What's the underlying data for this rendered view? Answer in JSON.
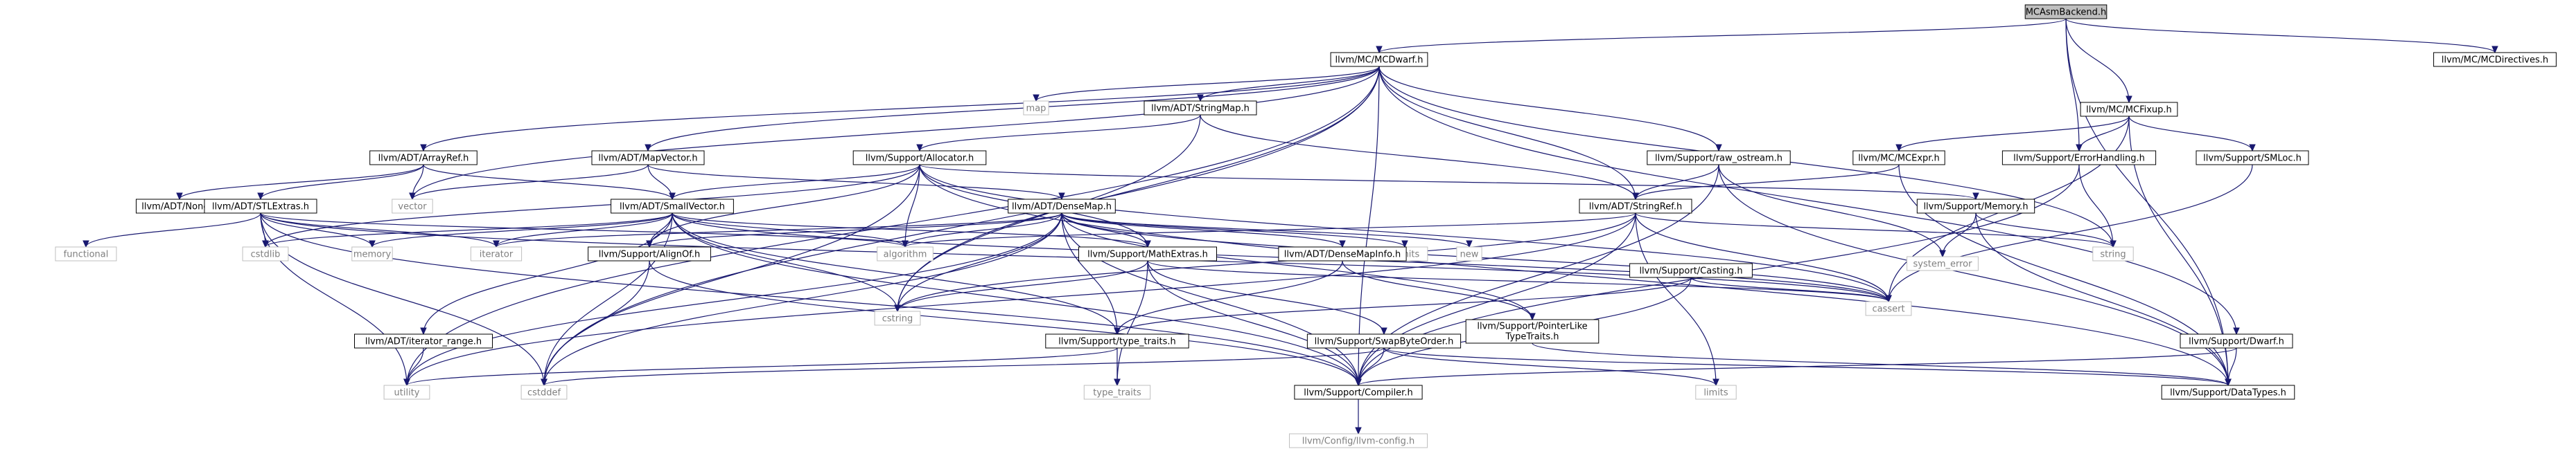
{
  "graph": {
    "colors": {
      "edge": "#191970",
      "root_fill": "#bfbfbf",
      "node_border": "#000000",
      "system_border": "#bfbfbf",
      "system_text": "#7f7f7f"
    },
    "nodes": [
      {
        "id": "mcasmbackend",
        "label": "MCAsmBackend.h",
        "kind": "root"
      },
      {
        "id": "mcdwarf",
        "label": "llvm/MC/MCDwarf.h",
        "kind": "file"
      },
      {
        "id": "mcfixup",
        "label": "llvm/MC/MCFixup.h",
        "kind": "file"
      },
      {
        "id": "mcdirectives",
        "label": "llvm/MC/MCDirectives.h",
        "kind": "file"
      },
      {
        "id": "map",
        "label": "map",
        "kind": "system"
      },
      {
        "id": "stringmap",
        "label": "llvm/ADT/StringMap.h",
        "kind": "file"
      },
      {
        "id": "mcexpr",
        "label": "llvm/MC/MCExpr.h",
        "kind": "file"
      },
      {
        "id": "errorhandling",
        "label": "llvm/Support/ErrorHandling.h",
        "kind": "file"
      },
      {
        "id": "smloc",
        "label": "llvm/Support/SMLoc.h",
        "kind": "file"
      },
      {
        "id": "arrayref",
        "label": "llvm/ADT/ArrayRef.h",
        "kind": "file"
      },
      {
        "id": "mapvector",
        "label": "llvm/ADT/MapVector.h",
        "kind": "file"
      },
      {
        "id": "allocator",
        "label": "llvm/Support/Allocator.h",
        "kind": "file"
      },
      {
        "id": "rawostream",
        "label": "llvm/Support/raw_ostream.h",
        "kind": "file"
      },
      {
        "id": "vector",
        "label": "vector",
        "kind": "system"
      },
      {
        "id": "none",
        "label": "llvm/ADT/None.h",
        "kind": "file"
      },
      {
        "id": "stlextras",
        "label": "llvm/ADT/STLExtras.h",
        "kind": "file"
      },
      {
        "id": "smallvector",
        "label": "llvm/ADT/SmallVector.h",
        "kind": "file"
      },
      {
        "id": "densemap",
        "label": "llvm/ADT/DenseMap.h",
        "kind": "file"
      },
      {
        "id": "stringref",
        "label": "llvm/ADT/StringRef.h",
        "kind": "file"
      },
      {
        "id": "memory",
        "label": "llvm/Support/Memory.h",
        "kind": "file"
      },
      {
        "id": "functional",
        "label": "functional",
        "kind": "system"
      },
      {
        "id": "cstdlib",
        "label": "cstdlib",
        "kind": "system"
      },
      {
        "id": "memory_std",
        "label": "memory",
        "kind": "system"
      },
      {
        "id": "iterator",
        "label": "iterator",
        "kind": "system"
      },
      {
        "id": "alignof",
        "label": "llvm/Support/AlignOf.h",
        "kind": "file"
      },
      {
        "id": "algorithm",
        "label": "algorithm",
        "kind": "system"
      },
      {
        "id": "mathextras",
        "label": "llvm/Support/MathExtras.h",
        "kind": "file"
      },
      {
        "id": "climits",
        "label": "climits",
        "kind": "system"
      },
      {
        "id": "new",
        "label": "new",
        "kind": "system"
      },
      {
        "id": "densemapinfo",
        "label": "llvm/ADT/DenseMapInfo.h",
        "kind": "file"
      },
      {
        "id": "casting",
        "label": "llvm/Support/Casting.h",
        "kind": "file"
      },
      {
        "id": "system_error",
        "label": "system_error",
        "kind": "system"
      },
      {
        "id": "string",
        "label": "string",
        "kind": "system"
      },
      {
        "id": "cassert",
        "label": "cassert",
        "kind": "system"
      },
      {
        "id": "cstring",
        "label": "cstring",
        "kind": "system"
      },
      {
        "id": "iterator_range",
        "label": "llvm/ADT/iterator_range.h",
        "kind": "file"
      },
      {
        "id": "typetraits",
        "label": "llvm/Support/type_traits.h",
        "kind": "file"
      },
      {
        "id": "swapbyteorder",
        "label": "llvm/Support/SwapByteOrder.h",
        "kind": "file"
      },
      {
        "id": "pointerlike",
        "label": "llvm/Support/PointerLike\nTypeTraits.h",
        "kind": "file"
      },
      {
        "id": "supportdwarf",
        "label": "llvm/Support/Dwarf.h",
        "kind": "file"
      },
      {
        "id": "utility",
        "label": "utility",
        "kind": "system"
      },
      {
        "id": "cstddef",
        "label": "cstddef",
        "kind": "system"
      },
      {
        "id": "type_traits_std",
        "label": "type_traits",
        "kind": "system"
      },
      {
        "id": "compiler",
        "label": "llvm/Support/Compiler.h",
        "kind": "file"
      },
      {
        "id": "limits",
        "label": "limits",
        "kind": "system"
      },
      {
        "id": "datatypes",
        "label": "llvm/Support/DataTypes.h",
        "kind": "file"
      },
      {
        "id": "llvmconfig",
        "label": "llvm/Config/llvm-config.h",
        "kind": "system"
      }
    ],
    "edges": [
      [
        "mcasmbackend",
        "mcdwarf"
      ],
      [
        "mcasmbackend",
        "mcfixup"
      ],
      [
        "mcasmbackend",
        "mcdirectives"
      ],
      [
        "mcasmbackend",
        "errorhandling"
      ],
      [
        "mcasmbackend",
        "datatypes"
      ],
      [
        "mcdwarf",
        "map"
      ],
      [
        "mcdwarf",
        "stringmap"
      ],
      [
        "mcdwarf",
        "arrayref"
      ],
      [
        "mcdwarf",
        "vector"
      ],
      [
        "mcdwarf",
        "mapvector"
      ],
      [
        "mcdwarf",
        "rawostream"
      ],
      [
        "mcdwarf",
        "stringref"
      ],
      [
        "mcdwarf",
        "supportdwarf"
      ],
      [
        "mcdwarf",
        "compiler"
      ],
      [
        "mcdwarf",
        "string"
      ],
      [
        "mcdwarf",
        "utility"
      ],
      [
        "mcdwarf",
        "cstddef"
      ],
      [
        "mcdwarf",
        "cstring"
      ],
      [
        "mcfixup",
        "mcexpr"
      ],
      [
        "mcfixup",
        "errorhandling"
      ],
      [
        "mcfixup",
        "smloc"
      ],
      [
        "mcfixup",
        "datatypes"
      ],
      [
        "mcfixup",
        "cassert"
      ],
      [
        "stringmap",
        "stringref"
      ],
      [
        "stringmap",
        "allocator"
      ],
      [
        "stringmap",
        "cstring"
      ],
      [
        "mcexpr",
        "stringref"
      ],
      [
        "mcexpr",
        "datatypes"
      ],
      [
        "errorhandling",
        "compiler"
      ],
      [
        "errorhandling",
        "string"
      ],
      [
        "smloc",
        "cassert"
      ],
      [
        "arrayref",
        "none"
      ],
      [
        "arrayref",
        "stlextras"
      ],
      [
        "arrayref",
        "smallvector"
      ],
      [
        "arrayref",
        "vector"
      ],
      [
        "mapvector",
        "densemap"
      ],
      [
        "mapvector",
        "smallvector"
      ],
      [
        "mapvector",
        "vector"
      ],
      [
        "allocator",
        "smallvector"
      ],
      [
        "allocator",
        "alignof"
      ],
      [
        "allocator",
        "datatypes"
      ],
      [
        "allocator",
        "mathextras"
      ],
      [
        "allocator",
        "memory"
      ],
      [
        "allocator",
        "algorithm"
      ],
      [
        "allocator",
        "cassert"
      ],
      [
        "allocator",
        "cstddef"
      ],
      [
        "allocator",
        "cstdlib"
      ],
      [
        "rawostream",
        "stringref"
      ],
      [
        "rawostream",
        "compiler"
      ],
      [
        "rawostream",
        "datatypes"
      ],
      [
        "rawostream",
        "system_error"
      ],
      [
        "stlextras",
        "compiler"
      ],
      [
        "stlextras",
        "algorithm"
      ],
      [
        "stlextras",
        "cassert"
      ],
      [
        "stlextras",
        "cstddef"
      ],
      [
        "stlextras",
        "cstdlib"
      ],
      [
        "stlextras",
        "functional"
      ],
      [
        "stlextras",
        "iterator"
      ],
      [
        "stlextras",
        "memory_std"
      ],
      [
        "stlextras",
        "utility"
      ],
      [
        "smallvector",
        "iterator_range"
      ],
      [
        "smallvector",
        "alignof"
      ],
      [
        "smallvector",
        "compiler"
      ],
      [
        "smallvector",
        "mathextras"
      ],
      [
        "smallvector",
        "typetraits"
      ],
      [
        "smallvector",
        "algorithm"
      ],
      [
        "smallvector",
        "cassert"
      ],
      [
        "smallvector",
        "cstddef"
      ],
      [
        "smallvector",
        "cstdlib"
      ],
      [
        "smallvector",
        "cstring"
      ],
      [
        "smallvector",
        "iterator"
      ],
      [
        "smallvector",
        "memory_std"
      ],
      [
        "densemap",
        "densemapinfo"
      ],
      [
        "densemap",
        "alignof"
      ],
      [
        "densemap",
        "compiler"
      ],
      [
        "densemap",
        "mathextras"
      ],
      [
        "densemap",
        "pointerlike"
      ],
      [
        "densemap",
        "typetraits"
      ],
      [
        "densemap",
        "algorithm"
      ],
      [
        "densemap",
        "cassert"
      ],
      [
        "densemap",
        "climits"
      ],
      [
        "densemap",
        "cstddef"
      ],
      [
        "densemap",
        "cstring"
      ],
      [
        "densemap",
        "iterator"
      ],
      [
        "densemap",
        "new"
      ],
      [
        "densemap",
        "utility"
      ],
      [
        "stringref",
        "compiler"
      ],
      [
        "stringref",
        "algorithm"
      ],
      [
        "stringref",
        "cassert"
      ],
      [
        "stringref",
        "cstring"
      ],
      [
        "stringref",
        "limits"
      ],
      [
        "stringref",
        "string"
      ],
      [
        "stringref",
        "utility"
      ],
      [
        "memory",
        "datatypes"
      ],
      [
        "memory",
        "string"
      ],
      [
        "memory",
        "system_error"
      ],
      [
        "alignof",
        "compiler"
      ],
      [
        "alignof",
        "cstddef"
      ],
      [
        "mathextras",
        "compiler"
      ],
      [
        "mathextras",
        "swapbyteorder"
      ],
      [
        "mathextras",
        "cassert"
      ],
      [
        "mathextras",
        "cstring"
      ],
      [
        "mathextras",
        "type_traits_std"
      ],
      [
        "densemapinfo",
        "pointerlike"
      ],
      [
        "densemapinfo",
        "typetraits"
      ],
      [
        "casting",
        "compiler"
      ],
      [
        "casting",
        "typetraits"
      ],
      [
        "casting",
        "cassert"
      ],
      [
        "iterator_range",
        "utility"
      ],
      [
        "typetraits",
        "type_traits_std"
      ],
      [
        "typetraits",
        "utility"
      ],
      [
        "swapbyteorder",
        "compiler"
      ],
      [
        "swapbyteorder",
        "datatypes"
      ],
      [
        "swapbyteorder",
        "cstddef"
      ],
      [
        "swapbyteorder",
        "limits"
      ],
      [
        "pointerlike",
        "datatypes"
      ],
      [
        "supportdwarf",
        "compiler"
      ],
      [
        "supportdwarf",
        "datatypes"
      ],
      [
        "compiler",
        "llvmconfig"
      ]
    ]
  }
}
